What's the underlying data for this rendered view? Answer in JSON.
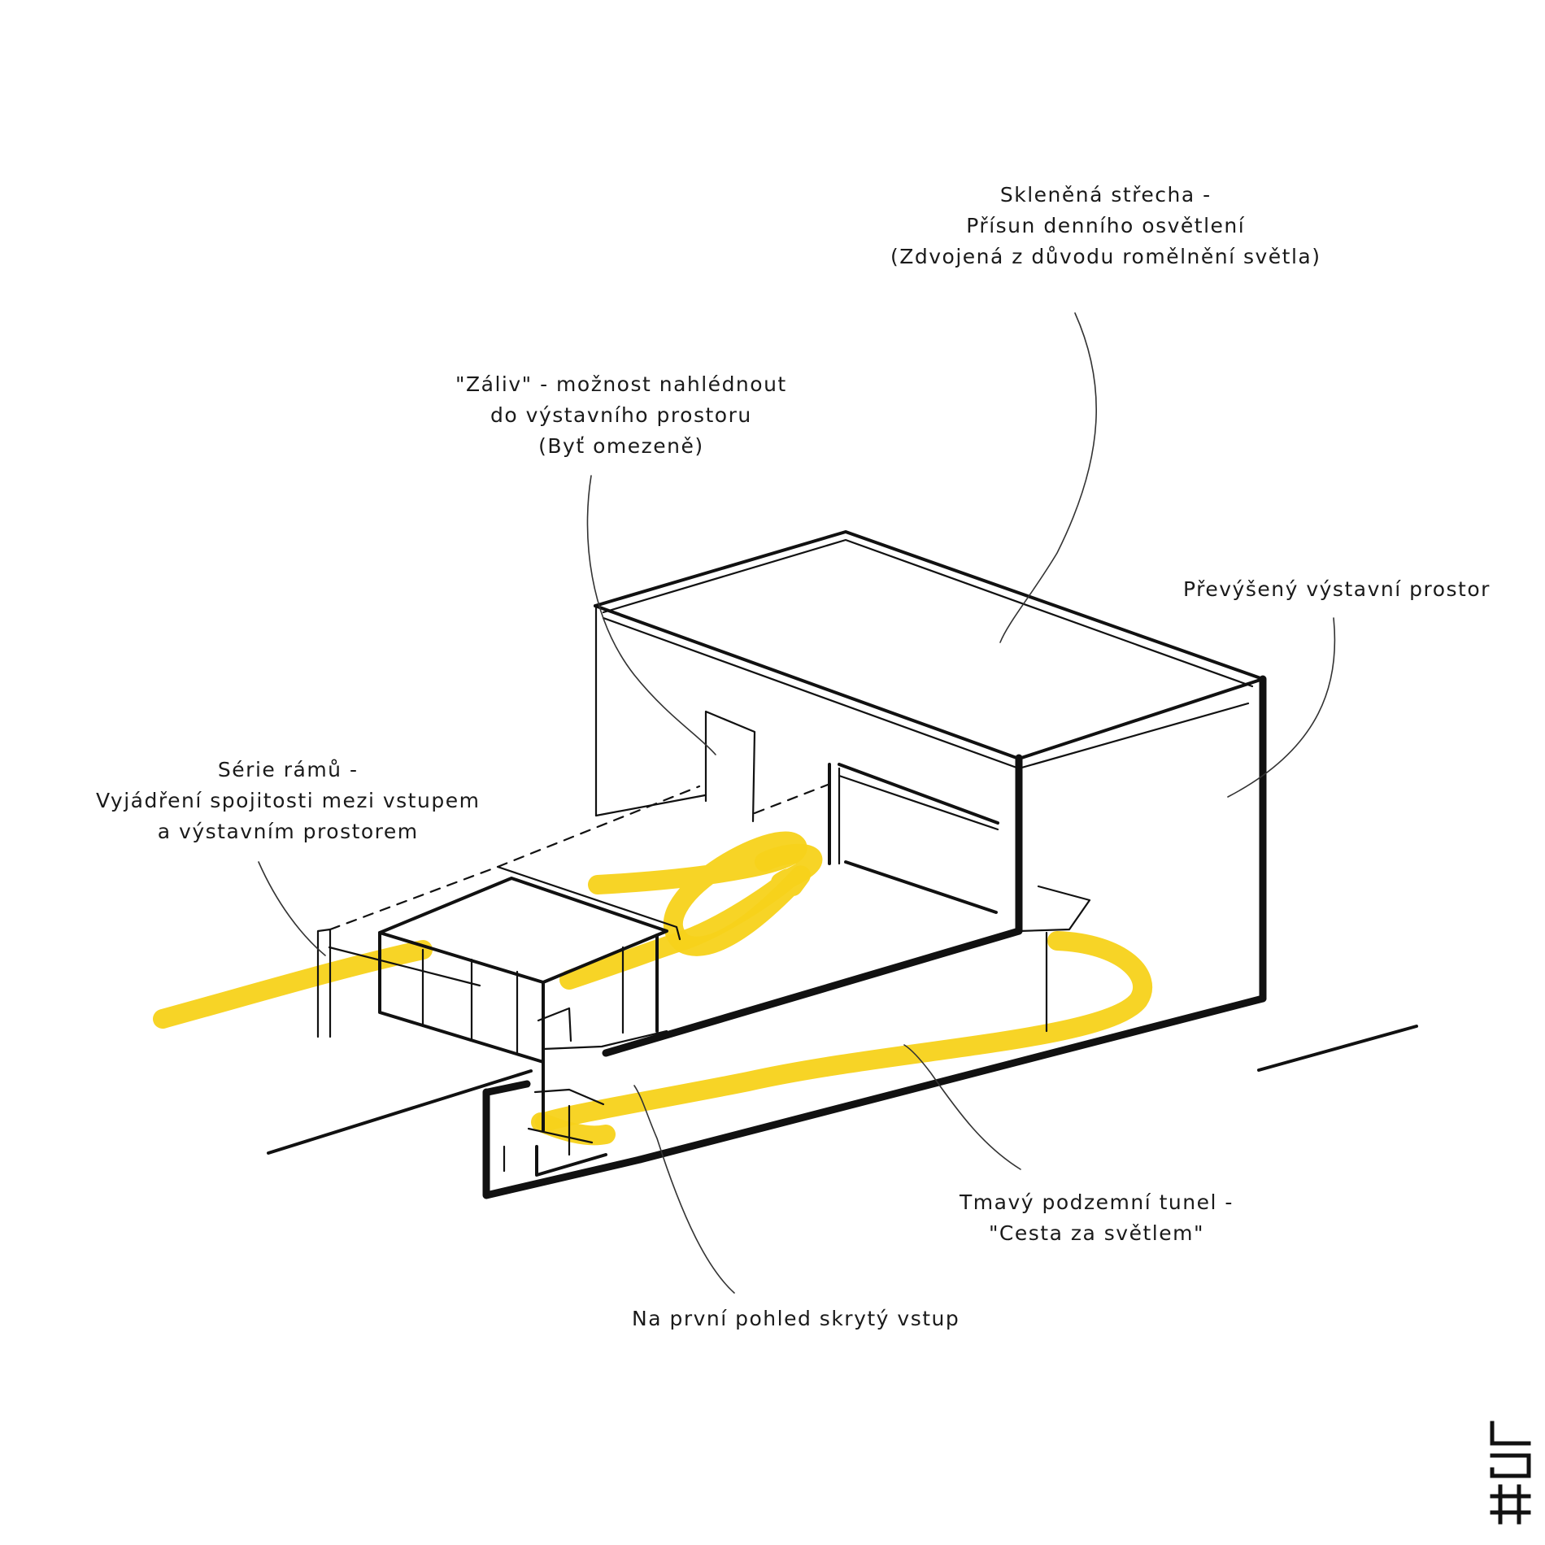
{
  "annotations": {
    "roof": {
      "lines": [
        "Skleněná střecha -",
        "Přísun denního osvětlení",
        "(Zdvojená z důvodu romělnění světla)"
      ]
    },
    "bay": {
      "lines": [
        "\"Záliv\" - možnost nahlédnout",
        "do výstavního prostoru",
        "(Byť omezeně)"
      ]
    },
    "exhibition": {
      "lines": [
        "Převýšený výstavní prostor"
      ]
    },
    "frames": {
      "lines": [
        "Série rámů -",
        "Vyjádření spojitosti mezi vstupem",
        "a výstavním prostorem"
      ]
    },
    "tunnel": {
      "lines": [
        "Tmavý podzemní tunel -",
        "\"Cesta za světlem\""
      ]
    },
    "entrance": {
      "lines": [
        "Na první pohled skrytý vstup"
      ]
    }
  },
  "logo": {
    "text": "LJ#"
  },
  "colors": {
    "ink": "#111111",
    "light_path": "#f7d21a",
    "paper": "#ffffff"
  }
}
